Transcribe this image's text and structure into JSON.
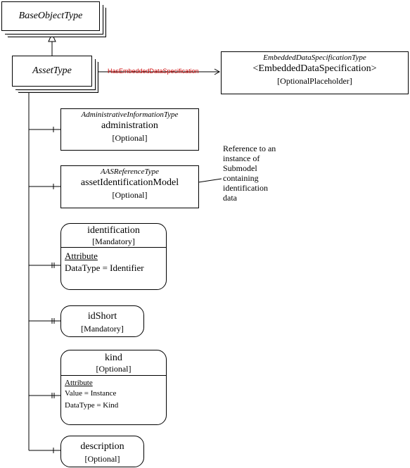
{
  "base": {
    "name": "BaseObjectType"
  },
  "asset": {
    "name": "AssetType"
  },
  "reference": {
    "label": "HasEmbeddedDataSpecification"
  },
  "embedded": {
    "stereotype": "EmbeddedDataSpecificationType",
    "name": "<EmbeddedDataSpecification>",
    "modelling_rule": "[OptionalPlaceholder]"
  },
  "administration": {
    "stereotype": "AdministrativeInformationType",
    "name": "administration",
    "modelling_rule": "[Optional]"
  },
  "asset_id_model": {
    "stereotype": "AASReferenceType",
    "name": "assetIdentificationModel",
    "modelling_rule": "[Optional]"
  },
  "note": {
    "lines": [
      "Reference to an",
      "instance of",
      "Submodel",
      "containing",
      "identification",
      "data"
    ]
  },
  "identification": {
    "name": "identification",
    "modelling_rule": "[Mandatory]",
    "attribute_title": "Attribute",
    "attributes": [
      "DataType = Identifier"
    ]
  },
  "id_short": {
    "name": "idShort",
    "modelling_rule": "[Mandatory]"
  },
  "kind": {
    "name": "kind",
    "modelling_rule": "[Optional]",
    "attribute_title": "Attribute",
    "attributes": [
      "Value = Instance",
      "DataType = Kind"
    ]
  },
  "description": {
    "name": "description",
    "modelling_rule": "[Optional]"
  }
}
